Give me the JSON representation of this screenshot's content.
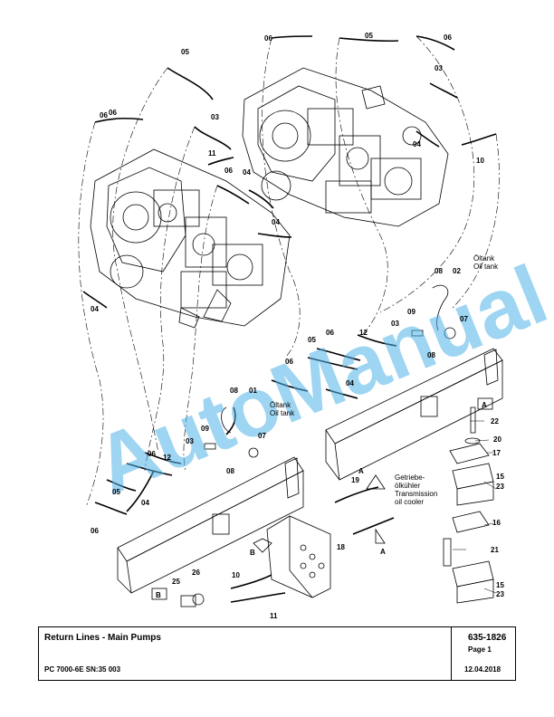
{
  "drawing": {
    "callouts": [
      "06",
      "05",
      "06",
      "05",
      "06",
      "03",
      "06",
      "03",
      "11",
      "06",
      "04",
      "04",
      "04",
      "04",
      "10",
      "08",
      "02",
      "09",
      "07",
      "03",
      "12",
      "06",
      "05",
      "08",
      "06",
      "04",
      "08",
      "01",
      "09",
      "03",
      "07",
      "06",
      "12",
      "05",
      "04",
      "06",
      "08",
      "19",
      "18",
      "22",
      "20",
      "17",
      "15",
      "23",
      "16",
      "21",
      "15",
      "23",
      "25",
      "26",
      "10",
      "11"
    ],
    "notes": {
      "oiltank_top": [
        "Öltank",
        "Oil tank"
      ],
      "oiltank_mid": [
        "Öltank",
        "Oil tank"
      ],
      "cooler": [
        "Getriebe-",
        "ölkühler",
        "Transmission",
        "oil cooler"
      ]
    },
    "view_labels": {
      "a_box": "A",
      "b_box": "B",
      "a_arrow_top": "A",
      "a_arrow_bottom": "A",
      "b_arrow": "B"
    },
    "watermark": "AutoManual"
  },
  "title_block": {
    "title": "Return Lines - Main Pumps",
    "doc_number": "635-1826",
    "page": "Page 1",
    "model": "PC 7000-6E SN:35 003",
    "date": "12.04.2018"
  },
  "colors": {
    "watermark": "#4fb3e8",
    "line": "#000000"
  }
}
